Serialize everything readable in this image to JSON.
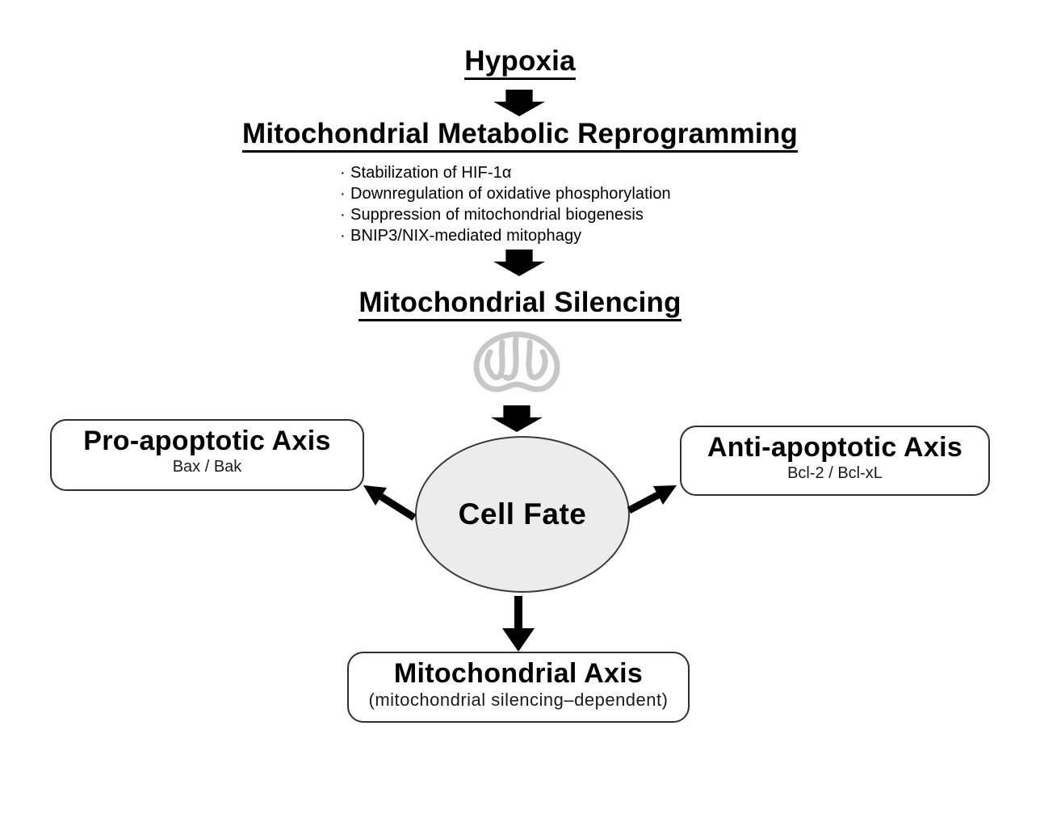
{
  "diagram": {
    "step1_title": "Hypoxia",
    "step2_title": "Mitochondrial Metabolic Reprogramming",
    "bullet_char": "·",
    "step2_bullets": [
      "Stabilization of HIF-1α",
      "Downregulation of oxidative phosphorylation",
      "Suppression of mitochondrial biogenesis",
      "BNIP3/NIX-mediated mitophagy"
    ],
    "step3_title": "Mitochondrial Silencing",
    "center_label": "Cell Fate",
    "axes": {
      "pro": {
        "title": "Pro-apoptotic Axis",
        "subtitle": "Bax / Bak"
      },
      "anti": {
        "title": "Anti-apoptotic Axis",
        "subtitle": "Bcl-2 / Bcl-xL"
      },
      "mito": {
        "title": "Mitochondrial Axis",
        "subtitle": "(mitochondrial silencing–dependent)"
      }
    },
    "icons": {
      "mitochondrion": "mitochondrion-icon",
      "down_block_arrow": "down-arrow-icon"
    },
    "colors": {
      "background": "#ffffff",
      "text": "#000000",
      "arrow": "#000000",
      "ellipse_fill": "#ececec",
      "ellipse_border": "#3c3c3c",
      "box_border": "#2e2e2e",
      "mitochondrion": "#c7c7c7"
    }
  }
}
